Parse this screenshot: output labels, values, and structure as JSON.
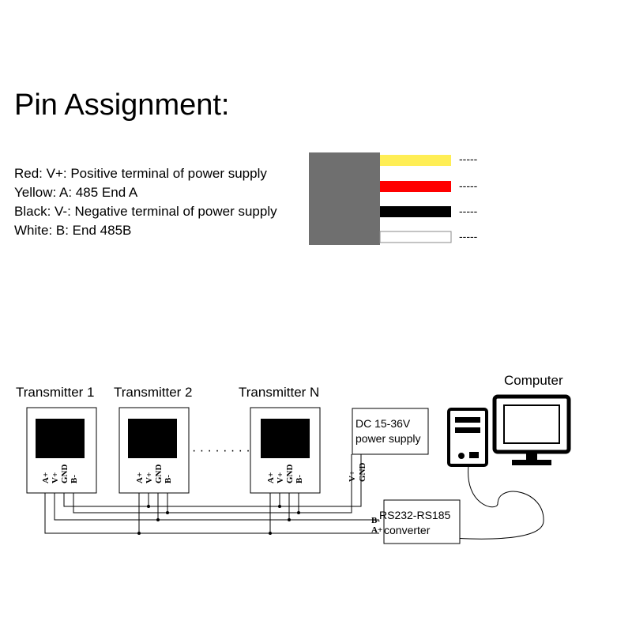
{
  "title": "Pin Assignment:",
  "pins": [
    {
      "text": "Red: V+: Positive terminal of power supply",
      "color": "#ff0000"
    },
    {
      "text": "Yellow: A: 485 End A",
      "color": "#ffee55"
    },
    {
      "text": "Black: V-: Negative terminal of power supply",
      "color": "#000000"
    },
    {
      "text": "White: B: End 485B",
      "color": "#ffffff"
    }
  ],
  "cable": {
    "jacket_color": "#6f6f6f",
    "dashes": "-----"
  },
  "network": {
    "transmitters": [
      {
        "label": "Transmitter 1"
      },
      {
        "label": "Transmitter 2"
      },
      {
        "label": "Transmitter N"
      }
    ],
    "pin_labels": [
      "A+",
      "V+",
      "GND",
      "B-"
    ],
    "ellipsis": "· · · · · · · ·",
    "power_supply": {
      "line1": "DC 15-36V",
      "line2": "power supply",
      "pins": [
        "V+",
        "GND"
      ]
    },
    "converter": {
      "line1": "RS232-RS185",
      "line2": "converter",
      "pins": [
        "B-",
        "A+"
      ]
    },
    "computer_label": "Computer",
    "icons": [
      "pc-tower-icon",
      "monitor-icon"
    ]
  }
}
